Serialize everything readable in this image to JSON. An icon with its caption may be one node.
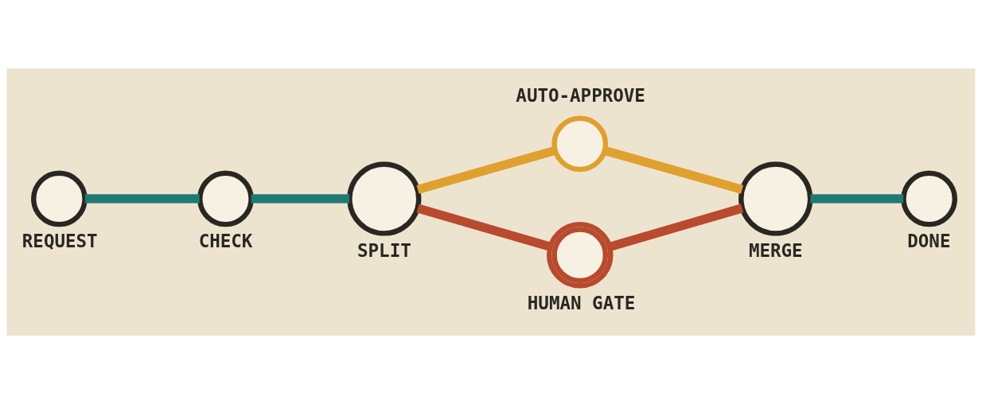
{
  "diagram": {
    "nodes": [
      {
        "text": [],
        "shape": "circle",
        "beside": [
          "REQUEST"
        ]
      },
      {
        "text": [],
        "shape": "circle",
        "beside": [
          "CHECK"
        ]
      },
      {
        "text": [],
        "shape": "circle",
        "beside": [
          "SPLIT"
        ]
      },
      {
        "text": [],
        "shape": "circle",
        "beside": [
          "AUTO-APPROVE"
        ]
      },
      {
        "text": [],
        "shape": "circle",
        "beside": [
          "HUMAN GATE"
        ]
      },
      {
        "text": [],
        "shape": "circle",
        "beside": [
          "MERGE"
        ]
      },
      {
        "text": [],
        "shape": "circle",
        "beside": [
          "DONE"
        ]
      }
    ],
    "edges": [
      {
        "from": 0,
        "to": 1,
        "arrow": "none",
        "color": "#1e7a72"
      },
      {
        "from": 1,
        "to": 2,
        "arrow": "none",
        "color": "#1e7a72"
      },
      {
        "from": 2,
        "to": 3,
        "arrow": "none",
        "color": "#e0a030"
      },
      {
        "from": 3,
        "to": 5,
        "arrow": "none",
        "color": "#e0a030"
      },
      {
        "from": 2,
        "to": 4,
        "arrow": "none",
        "color": "#b84a2e"
      },
      {
        "from": 4,
        "to": 5,
        "arrow": "none",
        "color": "#b84a2e"
      },
      {
        "from": 5,
        "to": 6,
        "arrow": "none",
        "color": "#1e7a72"
      }
    ]
  }
}
